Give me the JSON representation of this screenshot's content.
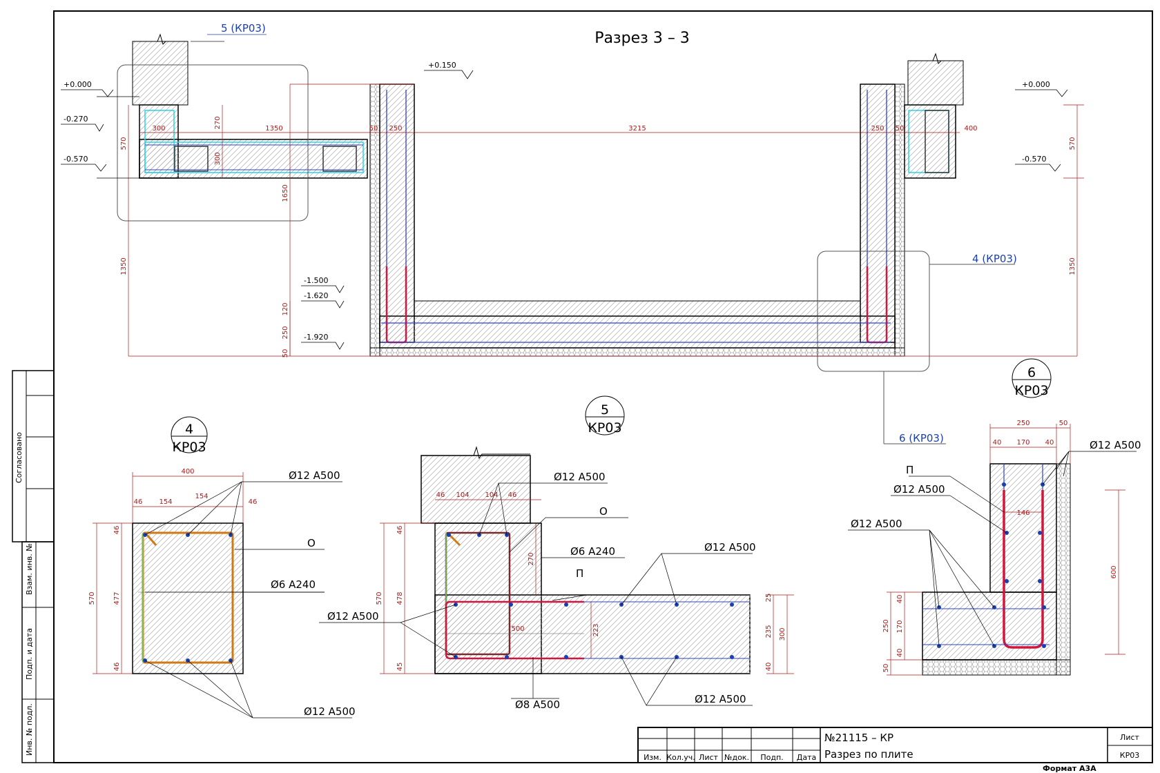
{
  "section_title": "Разрез 3 – 3",
  "refs": {
    "top_left": "5 (КР03)",
    "right": "4 (КР03)",
    "lower": "6 (КР03)"
  },
  "levels": {
    "l_p0150": "+0.150",
    "l_0000_left": "+0.000",
    "l_m0270": "-0.270",
    "l_m0570_left": "-0.570",
    "l_0000_right": "+0.000",
    "l_m0570_right": "-0.570",
    "l_m1500": "-1.500",
    "l_m1620": "-1.620",
    "l_m1920": "-1.920"
  },
  "dims_main": {
    "d300": "300",
    "d1350": "1350",
    "d50a": "50",
    "d250a": "250",
    "d3215": "3215",
    "d250b": "250",
    "d50b": "50",
    "d400": "400",
    "v570": "570",
    "v270": "270",
    "v300": "300",
    "v1650": "1650",
    "v1350l": "1350",
    "v120": "120",
    "v250": "250",
    "v50": "50",
    "v570r": "570",
    "v1350r": "1350"
  },
  "detail4": {
    "num": "4",
    "sheet": "КР03",
    "w400": "400",
    "d46a": "46",
    "d154a": "154",
    "d154b": "154",
    "d46b": "46",
    "h570": "570",
    "h46a": "46",
    "h477": "477",
    "h46b": "46",
    "rebar_top": "Ø12 A500",
    "rebar_o": "О",
    "rebar_stirrup": "Ø6 A240",
    "rebar_bottom": "Ø12 A500"
  },
  "detail5": {
    "num": "5",
    "sheet": "КР03",
    "d46a": "46",
    "d104a": "104",
    "d104b": "104",
    "d46b": "46",
    "h570": "570",
    "h46a": "46",
    "h478": "478",
    "h45": "45",
    "v270": "270",
    "d500": "500",
    "v223": "223",
    "r25": "25",
    "r235": "235",
    "r300": "300",
    "r40": "40",
    "rebar_top": "Ø12 A500",
    "rebar_o": "О",
    "rebar_stirrup": "Ø6 A240",
    "rebar_p": "П",
    "rebar_slab_top": "Ø12 A500",
    "rebar_left": "Ø12 A500",
    "rebar_bottom": "Ø8 A500",
    "rebar_slab_bottom": "Ø12 A500"
  },
  "detail6": {
    "num": "6",
    "sheet": "КР03",
    "w250": "250",
    "w50": "50",
    "w40a": "40",
    "w170": "170",
    "w40b": "40",
    "w146": "146",
    "v600": "600",
    "v40a": "40",
    "v170": "170",
    "v40b": "40",
    "v250": "250",
    "v50": "50",
    "rebar_top": "Ø12 A500",
    "rebar_p": "П",
    "rebar_mid": "Ø12 A500",
    "rebar_left": "Ø12 A500"
  },
  "side_stamp": {
    "agreed": "Согласовано",
    "inv_repl": "Взам. инв. №",
    "sign_date": "Подп. и дата",
    "inv_orig": "Инв. № подл."
  },
  "title_block": {
    "col_izm": "Изм.",
    "col_kol": "Кол.уч.",
    "col_list": "Лист",
    "col_ndok": "№док.",
    "col_podp": "Подп.",
    "col_data": "Дата",
    "doc_code": "№21115 – КР",
    "doc_title": "Разрез по плите",
    "sheet_label": "Лист",
    "sheet_value": "КР03"
  },
  "format_label": "Формат А3А"
}
